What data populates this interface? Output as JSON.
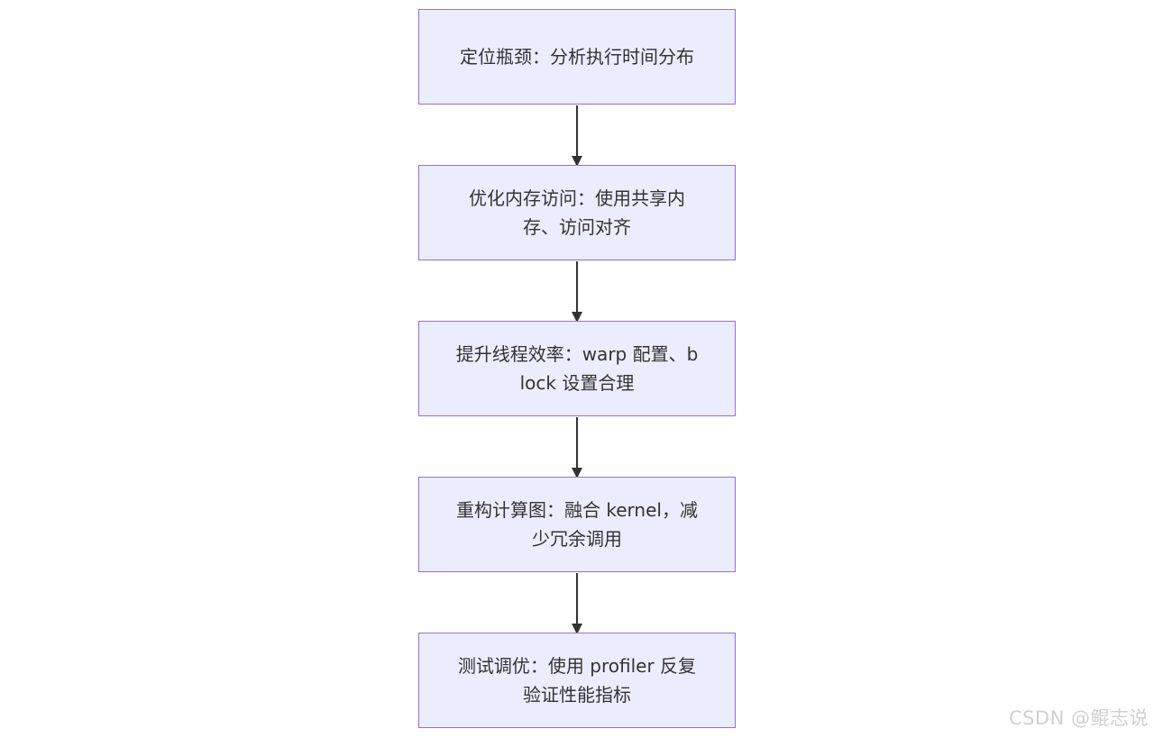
{
  "flowchart": {
    "nodes": [
      {
        "id": "step-1",
        "label": "定位瓶颈：分析执行时间分布"
      },
      {
        "id": "step-2",
        "label": "优化内存访问：使用共享内存、访问对齐"
      },
      {
        "id": "step-3",
        "label": "提升线程效率：warp 配置、block 设置合理"
      },
      {
        "id": "step-4",
        "label": "重构计算图：融合 kernel，减少冗余调用"
      },
      {
        "id": "step-5",
        "label": "测试调优：使用 profiler 反复验证性能指标"
      }
    ],
    "edges": [
      {
        "from": "step-1",
        "to": "step-2"
      },
      {
        "from": "step-2",
        "to": "step-3"
      },
      {
        "from": "step-3",
        "to": "step-4"
      },
      {
        "from": "step-4",
        "to": "step-5"
      }
    ],
    "colors": {
      "node_fill": "#ececff",
      "node_border": "#9370db",
      "edge": "#333333",
      "text": "#333333"
    }
  },
  "watermark": {
    "text": "CSDN @鲲志说"
  }
}
